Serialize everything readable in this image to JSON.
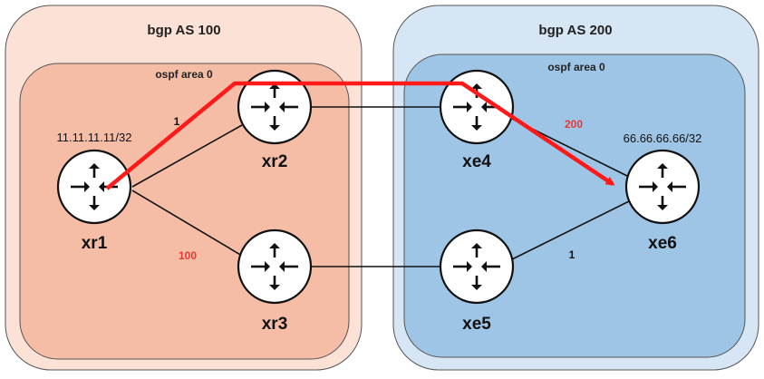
{
  "domains": {
    "as100": {
      "label": "bgp AS 100",
      "area_label": "ospf area 0"
    },
    "as200": {
      "label": "bgp AS 200",
      "area_label": "ospf area 0"
    }
  },
  "routers": {
    "xr1": {
      "name": "xr1",
      "prefix": "11.11.11.11/32"
    },
    "xr2": {
      "name": "xr2"
    },
    "xr3": {
      "name": "xr3"
    },
    "xe4": {
      "name": "xe4"
    },
    "xe5": {
      "name": "xe5"
    },
    "xe6": {
      "name": "xe6",
      "prefix": "66.66.66.66/32"
    }
  },
  "links": [
    {
      "id": "xr1-xr2",
      "from": "xr1",
      "to": "xr2",
      "cost": "1"
    },
    {
      "id": "xr1-xr3",
      "from": "xr1",
      "to": "xr3",
      "cost": "100",
      "cost_color": "#e53935"
    },
    {
      "id": "xr2-xe4",
      "from": "xr2",
      "to": "xe4"
    },
    {
      "id": "xr3-xe5",
      "from": "xr3",
      "to": "xe5"
    },
    {
      "id": "xe4-xe6",
      "from": "xe4",
      "to": "xe6",
      "cost": "200",
      "cost_color": "#e53935"
    },
    {
      "id": "xe5-xe6",
      "from": "xe5",
      "to": "xe6",
      "cost": "1"
    }
  ],
  "path": {
    "hops": [
      "xr1",
      "xr2",
      "xe4",
      "xe6"
    ],
    "color": "#ff1a1a"
  },
  "colors": {
    "as100_fill": "#fbe1d6",
    "as100_area_fill": "#f5bca6",
    "as200_fill": "#d6e6f4",
    "as200_area_fill": "#9fc5e6",
    "router_fill": "#ffffff",
    "router_stroke": "#111111"
  }
}
